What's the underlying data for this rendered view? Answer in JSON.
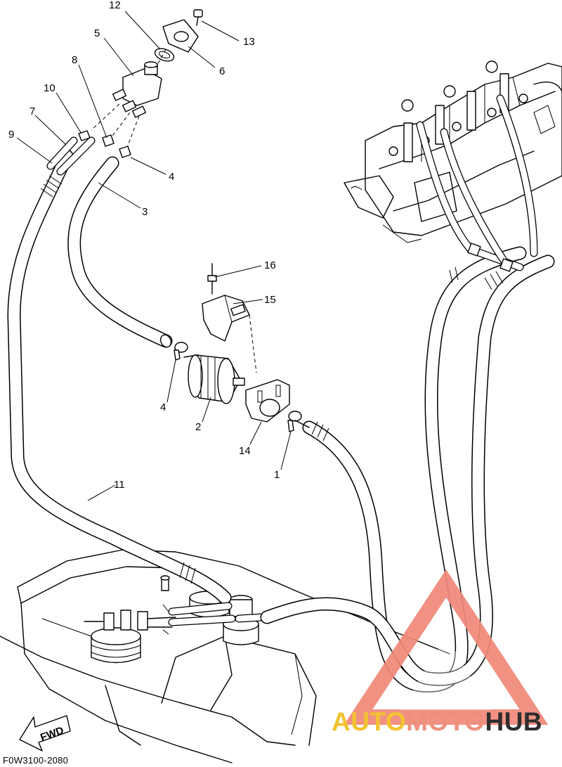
{
  "diagram": {
    "code": "F0W3100-2080",
    "direction_label": "FWD",
    "callouts": [
      {
        "id": "c1",
        "label": "1"
      },
      {
        "id": "c2",
        "label": "2"
      },
      {
        "id": "c3",
        "label": "3"
      },
      {
        "id": "c4a",
        "label": "4"
      },
      {
        "id": "c4b",
        "label": "4"
      },
      {
        "id": "c5",
        "label": "5"
      },
      {
        "id": "c6",
        "label": "6"
      },
      {
        "id": "c7",
        "label": "7"
      },
      {
        "id": "c8",
        "label": "8"
      },
      {
        "id": "c9",
        "label": "9"
      },
      {
        "id": "c10",
        "label": "10"
      },
      {
        "id": "c11",
        "label": "11"
      },
      {
        "id": "c12",
        "label": "12"
      },
      {
        "id": "c13",
        "label": "13"
      },
      {
        "id": "c14",
        "label": "14"
      },
      {
        "id": "c15",
        "label": "15"
      },
      {
        "id": "c16",
        "label": "16"
      }
    ]
  },
  "watermark": {
    "part1": "AUTO",
    "part2": "MOTO",
    "part3": "HUB",
    "colors": {
      "yellow": "#f2c230",
      "salmon": "#ee8f7c",
      "dark": "#2d2d2d",
      "triangle": "#f08878"
    }
  }
}
